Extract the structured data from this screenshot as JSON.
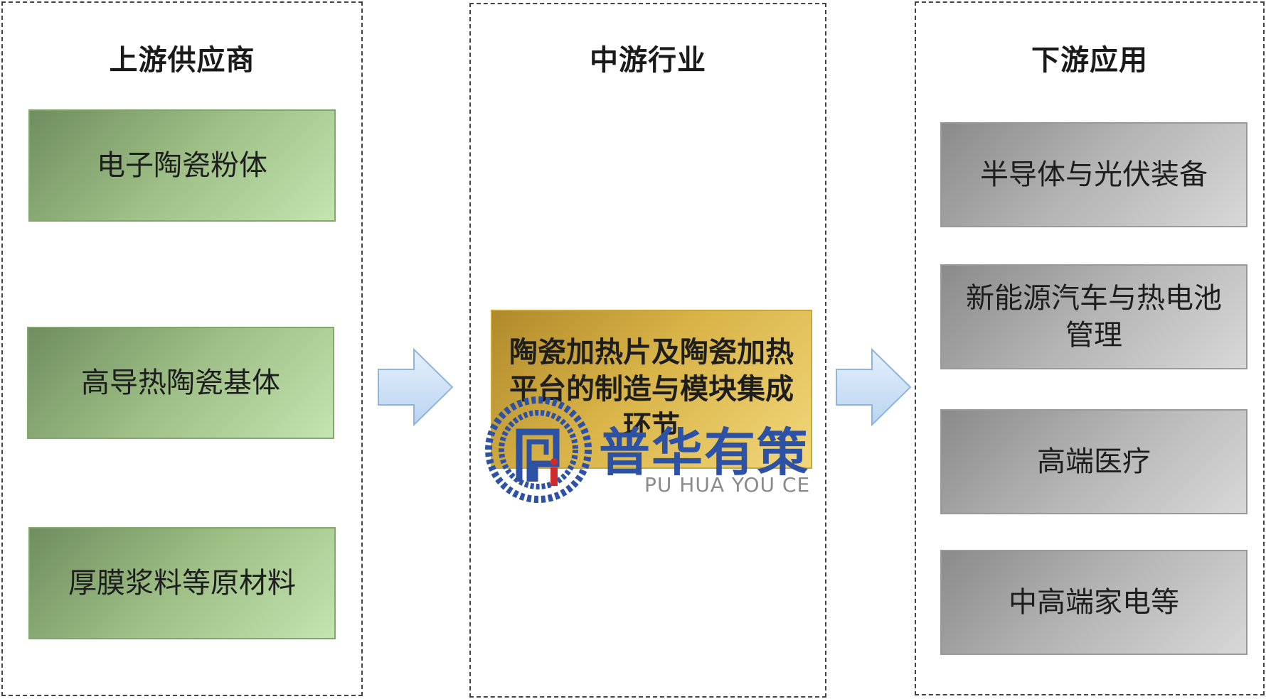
{
  "upstream": {
    "title": "上游供应商",
    "items": [
      "电子陶瓷粉体",
      "高导热陶瓷基体",
      "厚膜浆料等原材料"
    ]
  },
  "midstream": {
    "title": "中游行业",
    "item": "陶瓷加热片及陶瓷加热平台的制造与模块集成环节"
  },
  "downstream": {
    "title": "下游应用",
    "items": [
      "半导体与光伏装备",
      "新能源汽车与热电池管理",
      "高端医疗",
      "中高端家电等"
    ]
  },
  "watermark": {
    "brand": "普华有策",
    "subtitle": "PU HUA YOU CE"
  },
  "colors": {
    "upstream_box": "#9ebf86",
    "midstream_box": "#d8b347",
    "downstream_box": "#b5b5b5",
    "arrow": "#cfe3f7",
    "watermark": "#2d52a5"
  }
}
